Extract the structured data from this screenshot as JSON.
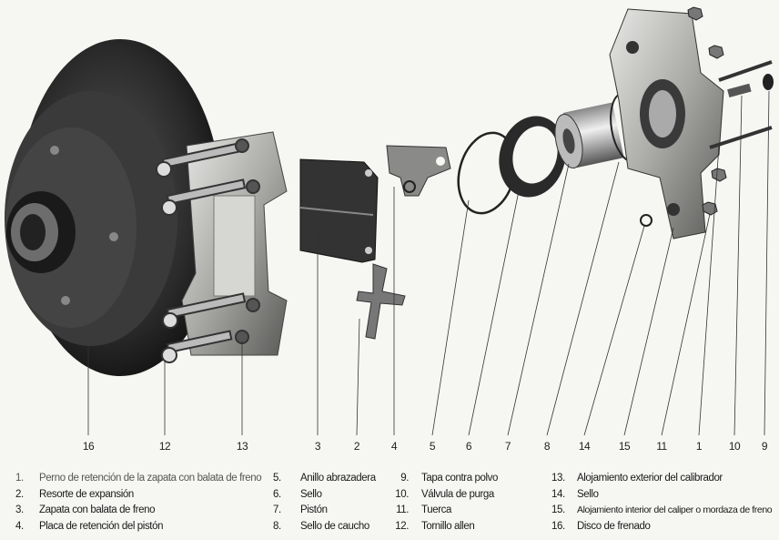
{
  "callouts": [
    "16",
    "12",
    "13",
    "3",
    "2",
    "4",
    "5",
    "6",
    "7",
    "8",
    "14",
    "15",
    "11",
    "1",
    "10",
    "9"
  ],
  "legend": [
    {
      "num": "1.",
      "text": "Perno de retención de la zapata con balata de freno"
    },
    {
      "num": "2.",
      "text": "Resorte de expansión"
    },
    {
      "num": "3.",
      "text": "Zapata con balata de freno"
    },
    {
      "num": "4.",
      "text": "Placa de retención del pistón"
    },
    {
      "num": "5.",
      "text": "Anillo abrazadera"
    },
    {
      "num": "6.",
      "text": "Sello"
    },
    {
      "num": "7.",
      "text": "Pistón"
    },
    {
      "num": "8.",
      "text": "Sello de caucho"
    },
    {
      "num": "9.",
      "text": "Tapa contra polvo"
    },
    {
      "num": "10.",
      "text": "Válvula de purga"
    },
    {
      "num": "11.",
      "text": "Tuerca"
    },
    {
      "num": "12.",
      "text": "Tornillo allen"
    },
    {
      "num": "13.",
      "text": "Alojamiento exterior del calibrador"
    },
    {
      "num": "14.",
      "text": "Sello"
    },
    {
      "num": "15.",
      "text": "Alojamiento interior del caliper o mordaza de freno"
    },
    {
      "num": "16.",
      "text": "Disco de frenado"
    }
  ]
}
